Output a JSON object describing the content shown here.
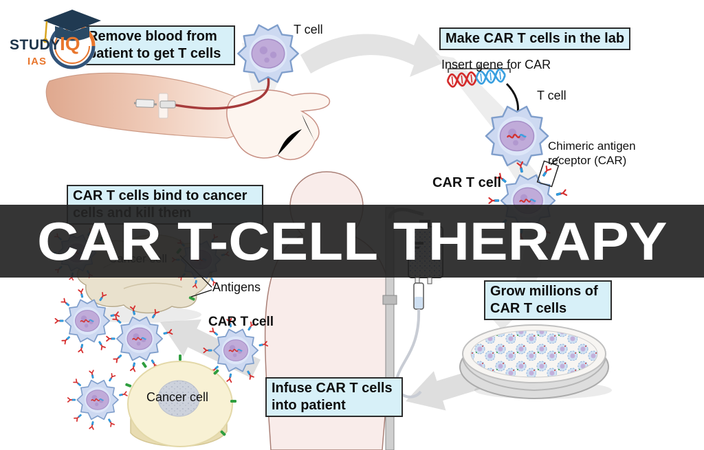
{
  "logo": {
    "study": "STUDY",
    "iq": "IQ",
    "ias": "IAS"
  },
  "banner": {
    "title": "CAR T-CELL THERAPY"
  },
  "steps": {
    "remove_blood": "Remove blood from patient to get T cells",
    "make_lab": "Make CAR T cells in the lab",
    "bind_kill": "CAR T cells bind to cancer cells and kill them",
    "grow": "Grow millions of CAR T cells",
    "infuse": "Infuse CAR T cells into patient"
  },
  "annotations": {
    "t_cell_top": "T cell",
    "insert_gene": "Insert gene for CAR",
    "t_cell_lab": "T cell",
    "chimeric": "Chimeric antigen receptor (CAR)",
    "car_t_cell_lab": "CAR T cell",
    "cancer_cell_upper": "Cancer cell",
    "antigens": "Antigens",
    "car_t_cell_attack": "CAR T cell",
    "cancer_cell_lower": "Cancer cell"
  },
  "colors": {
    "label_bg": "#d7f0f8",
    "label_border": "#2b2b2b",
    "banner_bg": "#242424",
    "banner_text": "#ffffff",
    "cell_body": "#cdd9f1",
    "cell_nucleus": "#c0abd9",
    "receptor_red": "#d62f2f",
    "receptor_stem": "#2e9fe6",
    "antigen_green": "#2f9e3f",
    "logo_navy": "#1d3349",
    "logo_orange": "#e8762d"
  }
}
